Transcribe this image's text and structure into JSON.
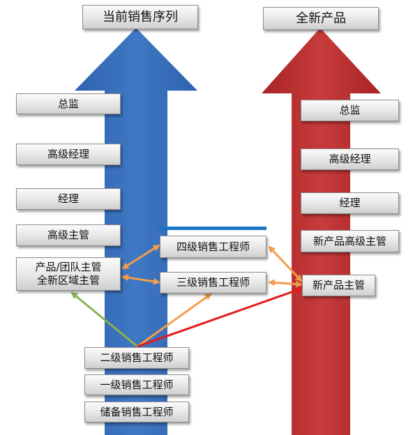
{
  "colors": {
    "left_arrow": "#3a6db4",
    "right_arrow": "#b32b2b",
    "divider": "#1a74c4",
    "green_arrow": "#8ab34f",
    "orange_arrow": "#f39c4b",
    "red_arrow": "#e31b1b"
  },
  "titles": {
    "left": "当前销售序列",
    "right": "全新产品"
  },
  "left_track": {
    "director": "总监",
    "senior_manager": "高级经理",
    "manager": "经理",
    "senior_supervisor": "高级主管",
    "product_supervisor": "产品/团队主管\n全新区域主管"
  },
  "middle_track": {
    "level4": "四级销售工程师",
    "level3": "三级销售工程师"
  },
  "right_track": {
    "director": "总监",
    "senior_manager": "高级经理",
    "manager": "经理",
    "senior_supervisor": "新产品高级主管",
    "supervisor": "新产品主管"
  },
  "entry_track": {
    "level2": "二级销售工程师",
    "level1": "一级销售工程师",
    "reserve": "储备销售工程师"
  }
}
